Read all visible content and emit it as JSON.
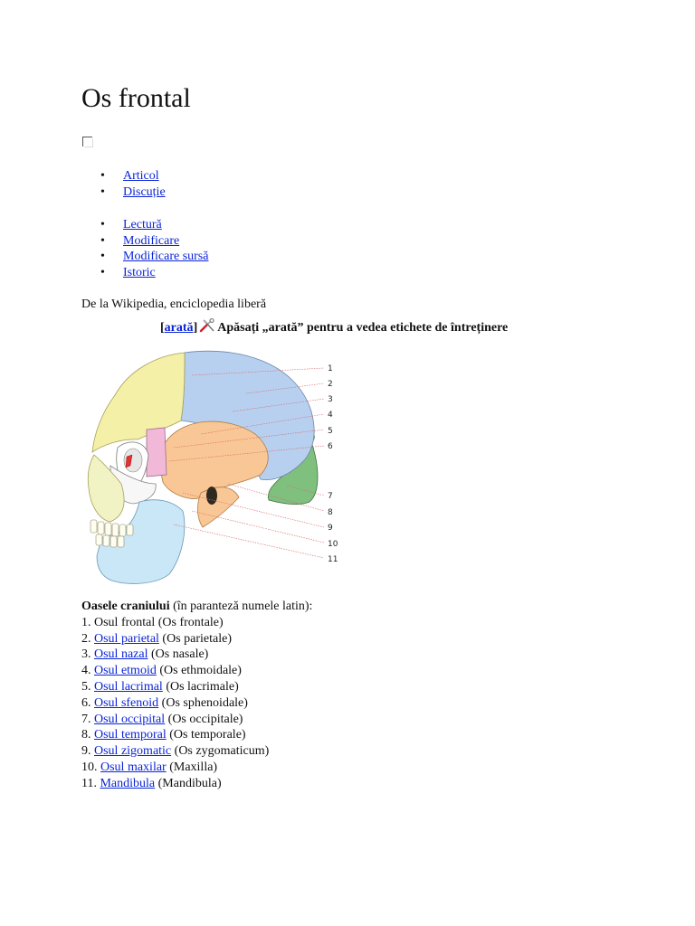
{
  "page": {
    "title": "Os frontal"
  },
  "namespace_tabs": [
    {
      "label": "Articol"
    },
    {
      "label": "Discuție"
    }
  ],
  "view_tabs": [
    {
      "label": "Lectură"
    },
    {
      "label": "Modificare"
    },
    {
      "label": "Modificare sursă"
    },
    {
      "label": "Istoric"
    }
  ],
  "tagline": "De la Wikipedia, enciclopedia liberă",
  "notice": {
    "bracket_open": "[",
    "show_link": "arată",
    "bracket_close": "]",
    "text": "Apăsați „arată” pentru a vedea etichete de întreținere"
  },
  "figure": {
    "numbers": [
      "1",
      "2",
      "3",
      "4",
      "5",
      "6",
      "7",
      "8",
      "9",
      "10",
      "11"
    ]
  },
  "bones": {
    "heading_bold": "Oasele craniului",
    "heading_rest": " (în paranteză numele latin):",
    "items": [
      {
        "num": "1. ",
        "link": "",
        "plain": "Osul frontal",
        "latin": " (Os frontale)"
      },
      {
        "num": "2. ",
        "link": "Osul parietal",
        "plain": "",
        "latin": " (Os parietale)"
      },
      {
        "num": "3. ",
        "link": "Osul nazal",
        "plain": "",
        "latin": " (Os nasale)"
      },
      {
        "num": "4. ",
        "link": "Osul etmoid",
        "plain": "",
        "latin": " (Os ethmoidale)"
      },
      {
        "num": "5. ",
        "link": "Osul lacrimal",
        "plain": "",
        "latin": " (Os lacrimale)"
      },
      {
        "num": "6. ",
        "link": "Osul sfenoid",
        "plain": "",
        "latin": " (Os sphenoidale)"
      },
      {
        "num": "7. ",
        "link": "Osul occipital",
        "plain": "",
        "latin": " (Os occipitale)"
      },
      {
        "num": "8. ",
        "link": "Osul temporal",
        "plain": "",
        "latin": " (Os temporale)"
      },
      {
        "num": "9. ",
        "link": "Osul zigomatic",
        "plain": "",
        "latin": " (Os zygomaticum)"
      },
      {
        "num": "10. ",
        "link": "Osul maxilar",
        "plain": "",
        "latin": " (Maxilla)"
      },
      {
        "num": "11. ",
        "link": "Mandibula",
        "plain": "",
        "latin": " (Mandibula)"
      }
    ]
  },
  "colors": {
    "link": "#0b24d6",
    "frontal": "#f4f0a8",
    "parietal": "#b8d0ef",
    "temporal": "#f9c795",
    "occipital": "#7fc07f",
    "maxilla": "#c3e4f3",
    "sphenoid": "#f2b8d8",
    "nasal": "#e9e9e9",
    "zygomatic": "#ffffff",
    "mandible": "#c9e7f6"
  }
}
